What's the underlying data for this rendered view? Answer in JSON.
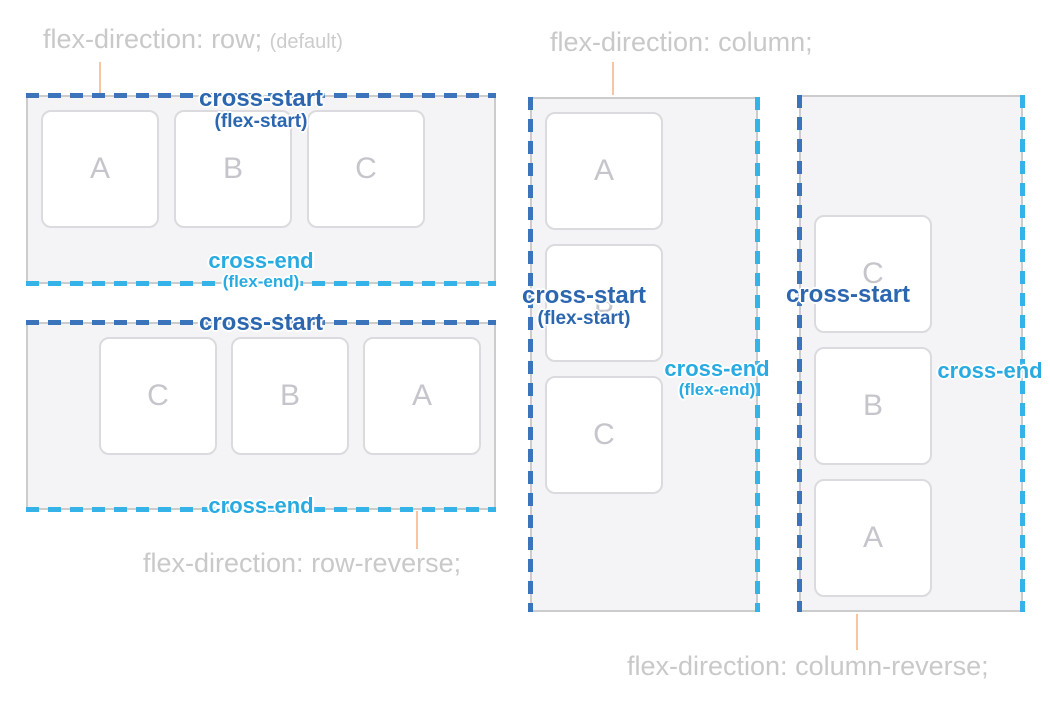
{
  "palette": {
    "cross_start_text": "#2b66af",
    "cross_start_dash": "#3b74bb",
    "cross_end_color": "#29abe2",
    "caption_gray": "#c9c9c9",
    "connector_peach": "#f8c5a0",
    "container_bg": "#f4f4f6",
    "container_border": "#cccccc",
    "item_border": "#dbdbdf",
    "item_letter": "#c5c5cb"
  },
  "sections": [
    {
      "caption": "flex-direction: row;",
      "caption_suffix": "(default)",
      "cross_start": "cross-start",
      "cross_start_sub": "(flex-start)",
      "cross_end": "cross-end",
      "cross_end_sub": "(flex-end)",
      "items": [
        "A",
        "B",
        "C"
      ]
    },
    {
      "caption": "flex-direction: row-reverse;",
      "cross_start": "cross-start",
      "cross_end": "cross-end",
      "items": [
        "C",
        "B",
        "A"
      ]
    },
    {
      "caption": "flex-direction: column;",
      "cross_start": "cross-start",
      "cross_start_sub": "(flex-start)",
      "cross_end": "cross-end",
      "cross_end_sub": "(flex-end)",
      "items": [
        "A",
        "B",
        "C"
      ]
    },
    {
      "caption": "flex-direction: column-reverse;",
      "cross_start": "cross-start",
      "cross_end": "cross-end",
      "items": [
        "C",
        "B",
        "A"
      ]
    }
  ]
}
